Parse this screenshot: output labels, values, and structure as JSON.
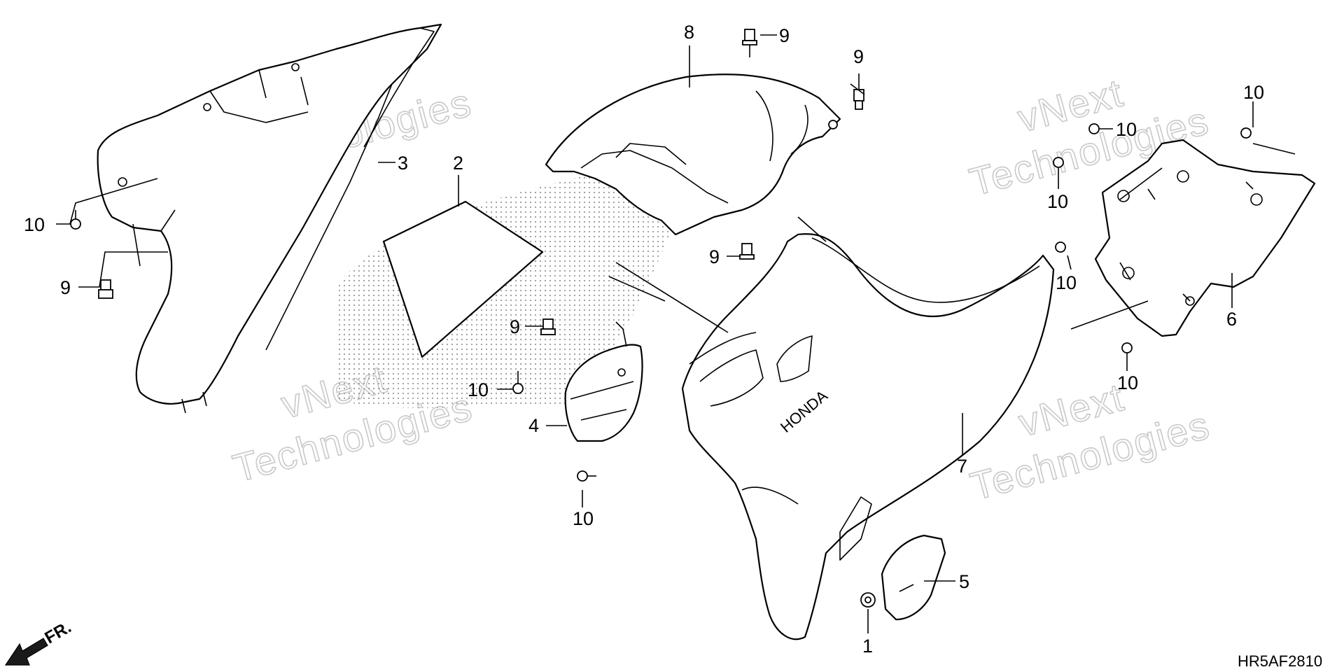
{
  "diagram": {
    "watermark": {
      "line1": "vNext",
      "line2": "Technologies"
    },
    "callouts": [
      {
        "id": "c1",
        "text": "1"
      },
      {
        "id": "c2",
        "text": "2"
      },
      {
        "id": "c3",
        "text": "3"
      },
      {
        "id": "c4",
        "text": "4"
      },
      {
        "id": "c5",
        "text": "5"
      },
      {
        "id": "c6",
        "text": "6"
      },
      {
        "id": "c7",
        "text": "7"
      },
      {
        "id": "c8",
        "text": "8"
      },
      {
        "id": "c9a",
        "text": "9"
      },
      {
        "id": "c9b",
        "text": "9"
      },
      {
        "id": "c9c",
        "text": "9"
      },
      {
        "id": "c9d",
        "text": "9"
      },
      {
        "id": "c9e",
        "text": "9"
      },
      {
        "id": "c10a",
        "text": "10"
      },
      {
        "id": "c10b",
        "text": "10"
      },
      {
        "id": "c10c",
        "text": "10"
      },
      {
        "id": "c10d",
        "text": "10"
      },
      {
        "id": "c10e",
        "text": "10"
      },
      {
        "id": "c10f",
        "text": "10"
      },
      {
        "id": "c10g",
        "text": "10"
      },
      {
        "id": "c10h",
        "text": "10"
      }
    ],
    "front_indicator": "FR.",
    "diagram_code": "HR5AF2810",
    "emblem": "HONDA"
  }
}
